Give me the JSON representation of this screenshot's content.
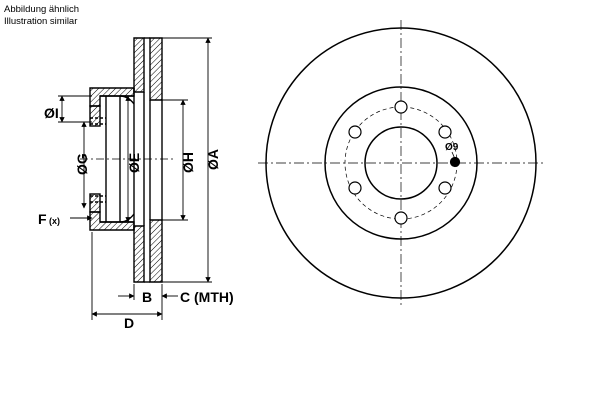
{
  "caption": {
    "line1": "Abbildung ähnlich",
    "line2": "Illustration similar"
  },
  "labels": {
    "dia_I": "ØI",
    "dia_G": "ØG",
    "dia_E": "ØE",
    "dia_H": "ØH",
    "dia_A": "ØA",
    "F": "F",
    "F_sub": "(x)",
    "B": "B",
    "C": "C (MTH)",
    "D": "D",
    "hole_dia": "Ø9"
  },
  "colors": {
    "ink": "#000000",
    "hatch": "#000000",
    "background": "#ffffff"
  }
}
